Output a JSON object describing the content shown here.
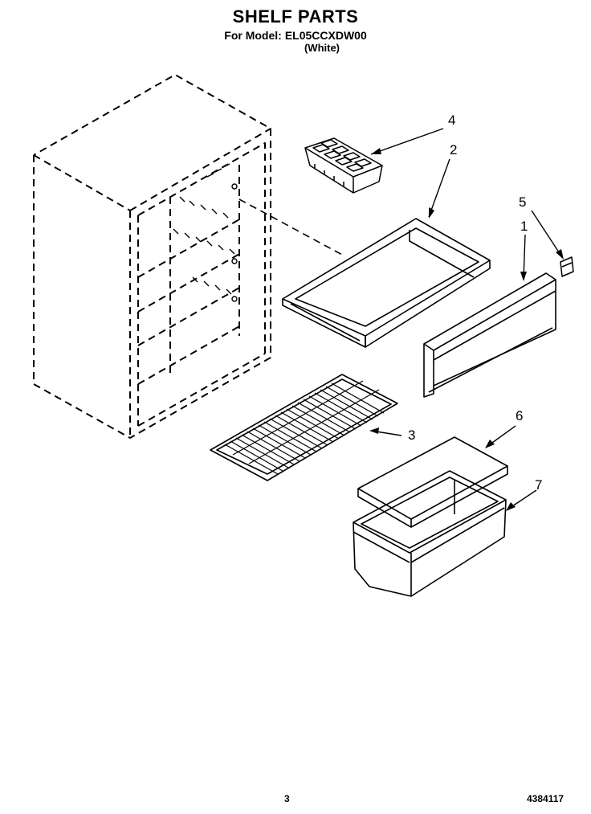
{
  "header": {
    "title": "SHELF PARTS",
    "model_label": "For Model:",
    "model": "EL05CCXDW00",
    "color": "(White)"
  },
  "callouts": [
    "1",
    "2",
    "3",
    "4",
    "5",
    "6",
    "7"
  ],
  "footer": {
    "page": "3",
    "part_number": "4384117"
  }
}
